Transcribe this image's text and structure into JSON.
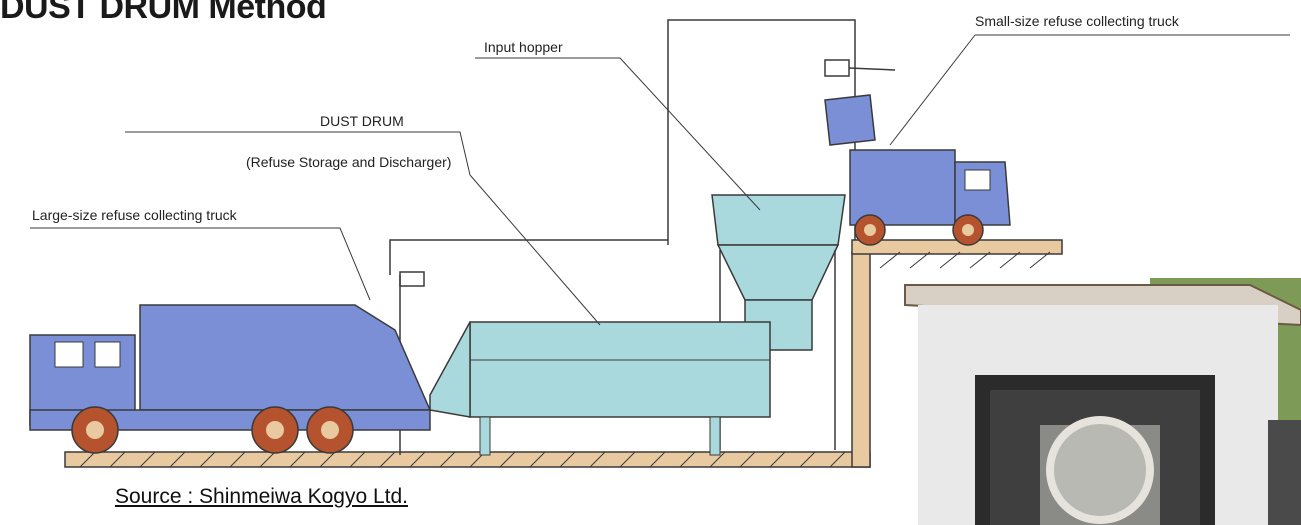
{
  "title": "DUST DRUM Method",
  "labels": {
    "input_hopper": "Input hopper",
    "small_truck": "Small-size refuse collecting truck",
    "dust_drum": "DUST DRUM",
    "dust_drum_sub": "(Refuse Storage and Discharger)",
    "large_truck": "Large-size refuse collecting truck"
  },
  "source": "Source : Shinmeiwa Kogyo Ltd.",
  "colors": {
    "truck_blue": "#7b8fd6",
    "drum_cyan": "#a9d9dc",
    "line": "#3a3a3a",
    "ground_tan": "#e8c9a0",
    "wheel": "#b5532e"
  }
}
